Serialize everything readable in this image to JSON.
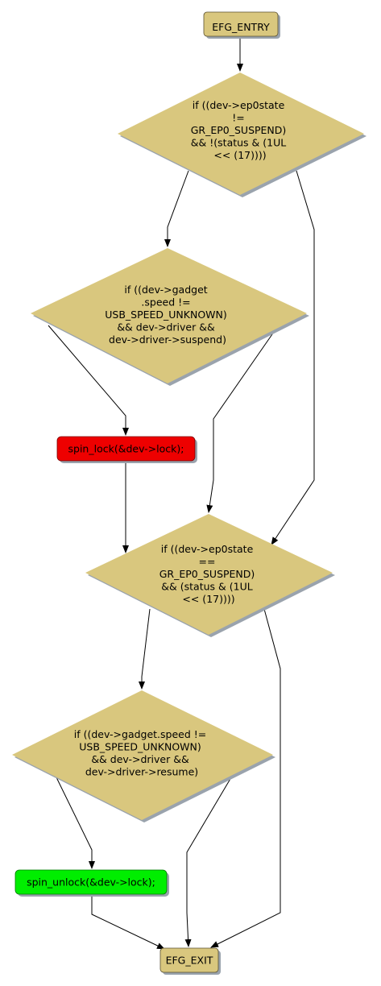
{
  "colors": {
    "decision_fill": "#d9c77e",
    "start_fill": "#d9c77e",
    "lock_fill": "#ee0000",
    "unlock_fill": "#00ee00",
    "shadow": "#9aa3ad",
    "edge": "#000000"
  },
  "nodes": {
    "entry": {
      "label": "EFG_ENTRY"
    },
    "d1": {
      "lines": [
        "if ((dev->ep0state",
        "!=",
        "GR_EP0_SUSPEND)",
        "&& !(status & (1UL",
        "<< (17))))"
      ]
    },
    "d2": {
      "lines": [
        "if ((dev->gadget",
        ".speed !=",
        "USB_SPEED_UNKNOWN)",
        "&& dev->driver &&",
        "dev->driver->suspend)"
      ]
    },
    "lock": {
      "label": "spin_lock(&dev->lock);"
    },
    "d3": {
      "lines": [
        "if ((dev->ep0state",
        "==",
        "GR_EP0_SUSPEND)",
        "&& (status & (1UL",
        "<< (17))))"
      ]
    },
    "d4": {
      "lines": [
        "if ((dev->gadget.speed !=",
        "USB_SPEED_UNKNOWN)",
        "&& dev->driver &&",
        "dev->driver->resume)"
      ]
    },
    "unlock": {
      "label": "spin_unlock(&dev->lock);"
    },
    "exit": {
      "label": "EFG_EXIT"
    }
  }
}
